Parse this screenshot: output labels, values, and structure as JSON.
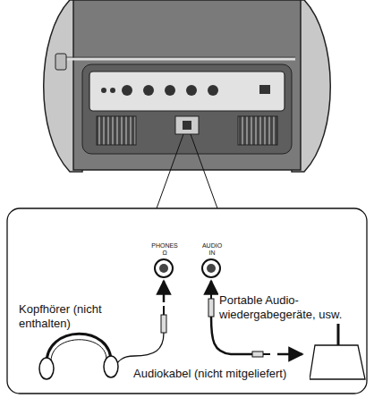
{
  "diagram": {
    "labels": [
      "PHONES Ω",
      "AUDIO IN",
      "Kopfhörer (nicht enthalten)",
      "Portable Audio- wiedergabegeräte, usw.",
      "Audiokabel (nicht mitgeliefert)"
    ]
  }
}
